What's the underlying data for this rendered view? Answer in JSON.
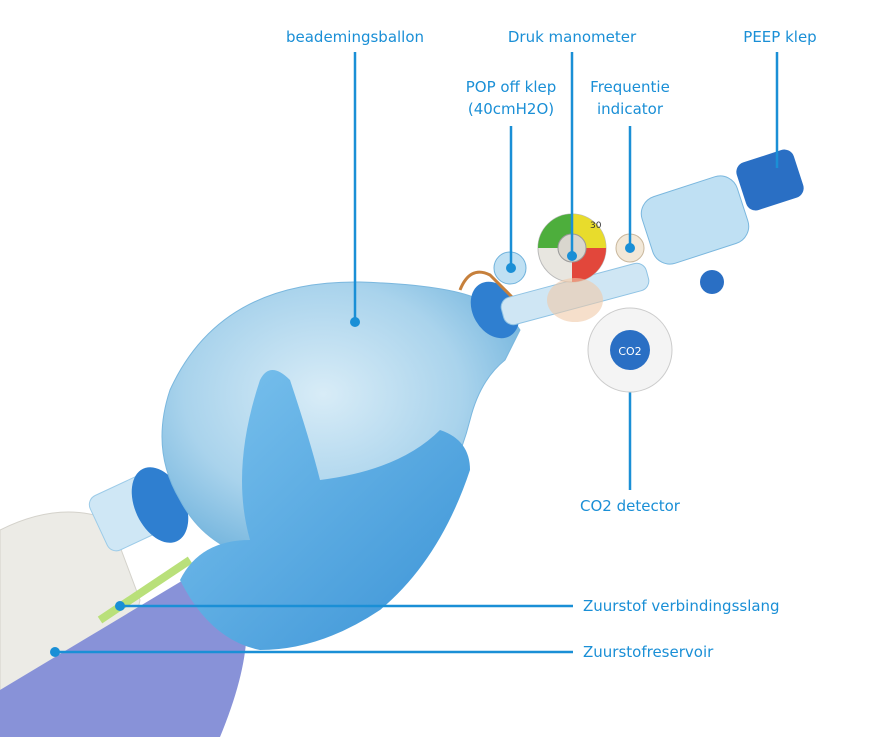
{
  "accent_color": "#1a8fd6",
  "labels": {
    "bag": "beademingsballon",
    "manometer": "Druk manometer",
    "peep": "PEEP klep",
    "pop_off_line1": "POP off klep",
    "pop_off_line2": "(40cmH2O)",
    "frequency_line1": "Frequentie",
    "frequency_line2": "indicator",
    "co2": "CO2 detector",
    "oxygen_tube": "Zuurstof verbindingsslang",
    "reservoir": "Zuurstofreservoir"
  },
  "gauge_text": {
    "reading": "30",
    "co2": "CO2"
  }
}
